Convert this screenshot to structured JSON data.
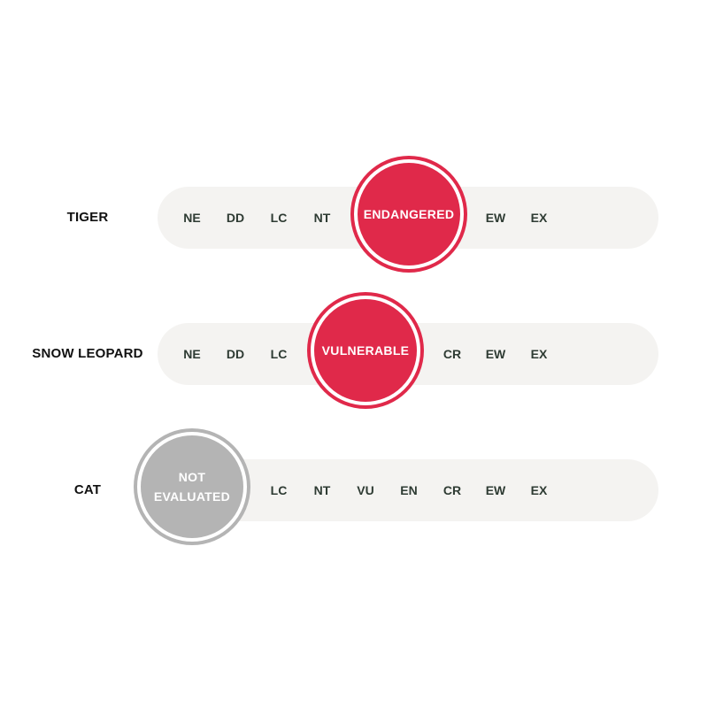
{
  "colors": {
    "track": "#f4f3f1",
    "code_text": "#2e3b33",
    "highlight_red": "#e0294a",
    "highlight_grey": "#b4b4b4"
  },
  "status_codes": [
    "NE",
    "DD",
    "LC",
    "NT",
    "VU",
    "EN",
    "CR",
    "EW",
    "EX"
  ],
  "rows": [
    {
      "species": "TIGER",
      "status_index": 5,
      "status_label": "ENDANGERED",
      "badge_color": "#e0294a"
    },
    {
      "species": "SNOW LEOPARD",
      "status_index": 4,
      "status_label": "VULNERABLE",
      "badge_color": "#e0294a"
    },
    {
      "species": "CAT",
      "status_index": 0,
      "status_label": "NOT EVALUATED",
      "badge_color": "#b4b4b4"
    }
  ]
}
